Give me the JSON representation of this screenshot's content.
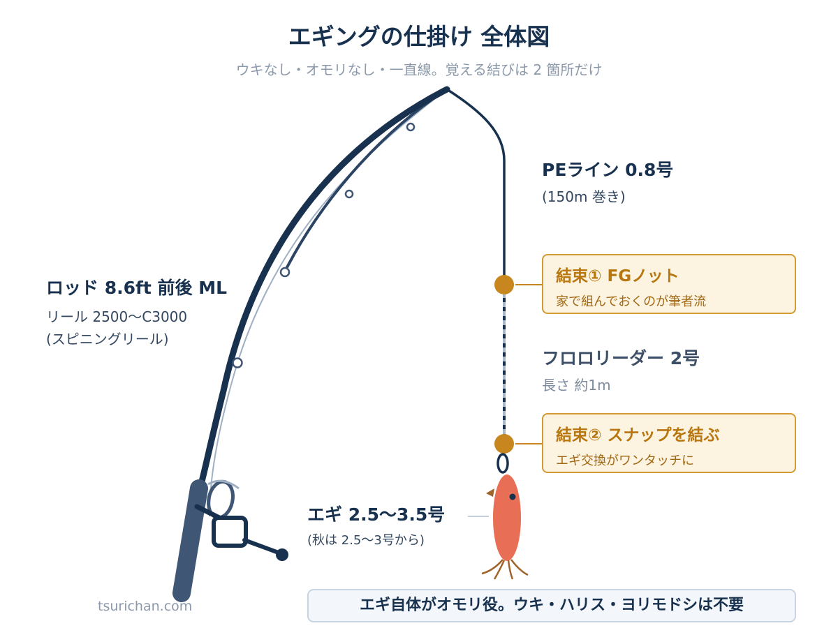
{
  "title": "エギングの仕掛け 全体図",
  "subtitle": "ウキなし・オモリなし・一直線。覚える結びは 2 箇所だけ",
  "rod": {
    "label": "ロッド 8.6ft 前後 ML",
    "reel": "リール 2500〜C3000",
    "reel_type": "(スピニングリール)"
  },
  "pe_line": {
    "label": "PEライン 0.8号",
    "note": "(150m 巻き)"
  },
  "knot1": {
    "title": "結束① FGノット",
    "note": "家で組んでおくのが筆者流"
  },
  "leader": {
    "label": "フロロリーダー 2号",
    "note": "長さ 約1m"
  },
  "knot2": {
    "title": "結束② スナップを結ぶ",
    "note": "エギ交換がワンタッチに"
  },
  "egi": {
    "label": "エギ 2.5〜3.5号",
    "note": "(秋は 2.5〜3号から)"
  },
  "bottom_note": "エギ自体がオモリ役。ウキ・ハリス・ヨリモドシは不要",
  "watermark": "tsurichan.com",
  "colors": {
    "navy": "#17314e",
    "knot": "#c8861f",
    "egi": "#e86f55"
  }
}
